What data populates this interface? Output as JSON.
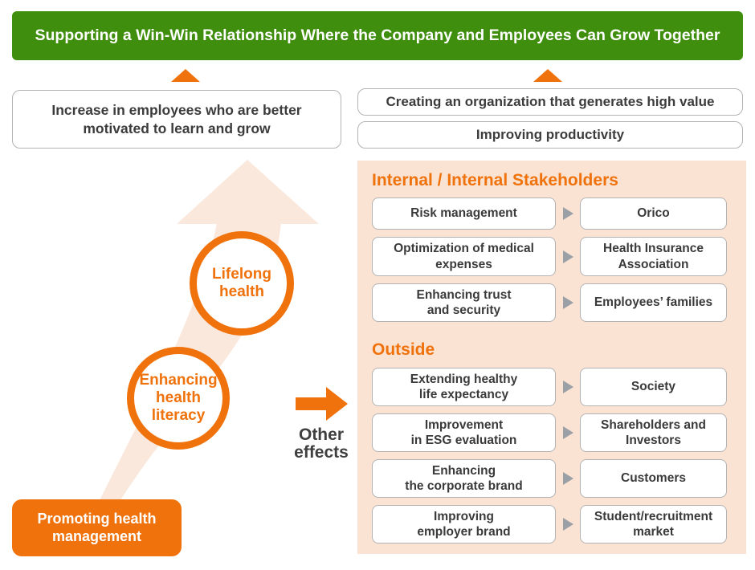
{
  "banner": {
    "title": "Supporting a Win-Win Relationship Where the Company and Employees Can Grow Together"
  },
  "outcomes": {
    "left": "Increase in employees who are better\nmotivated to learn and grow",
    "right_top": "Creating an organization that generates high value",
    "right_bottom": "Improving productivity"
  },
  "journey": {
    "start": "Promoting health\nmanagement",
    "steps": [
      "Enhancing\nhealth\nliteracy",
      "Lifelong\nhealth"
    ]
  },
  "other_effects": {
    "label": "Other\neffects"
  },
  "panel": {
    "sections": [
      {
        "heading": "Internal / Internal Stakeholders",
        "rows": [
          {
            "effect": "Risk management",
            "stakeholder": "Orico"
          },
          {
            "effect": "Optimization of medical\nexpenses",
            "stakeholder": "Health Insurance\nAssociation"
          },
          {
            "effect": "Enhancing trust\nand security",
            "stakeholder": "Employees’ families"
          }
        ]
      },
      {
        "heading": "Outside",
        "rows": [
          {
            "effect": "Extending healthy\nlife expectancy",
            "stakeholder": "Society"
          },
          {
            "effect": "Improvement\nin ESG evaluation",
            "stakeholder": "Shareholders and\nInvestors"
          },
          {
            "effect": "Enhancing\nthe corporate brand",
            "stakeholder": "Customers"
          },
          {
            "effect": "Improving\nemployer brand",
            "stakeholder": "Student/recruitment\nmarket"
          }
        ]
      }
    ]
  },
  "colors": {
    "green": "#3F8E0D",
    "orange": "#F0720C",
    "panel_bg": "#FAE3D3",
    "swoosh": "#FAE8DC",
    "box_border": "#B3B3B3",
    "gray_arrow": "#9AA0A6",
    "text_dark": "#3C3C3C"
  }
}
